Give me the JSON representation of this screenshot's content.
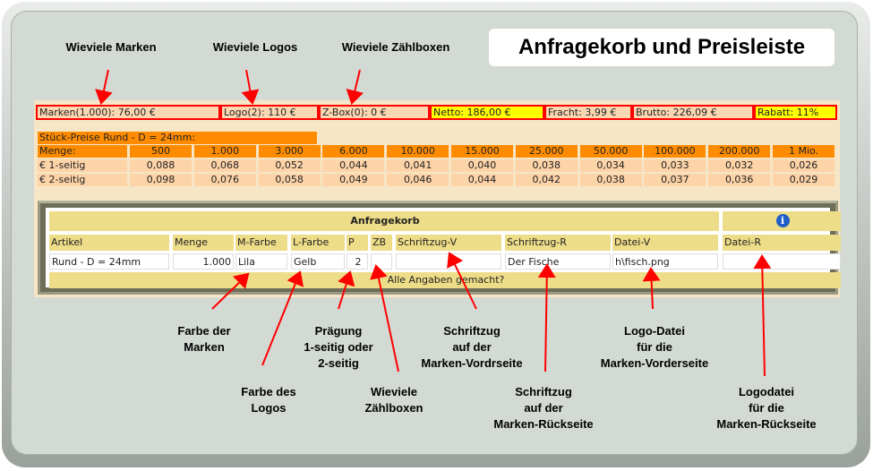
{
  "title": "Anfragekorb und Preisleiste",
  "annotations_top": {
    "marken": "Wieviele Marken",
    "logos": "Wieviele Logos",
    "zaehlboxen": "Wieviele Zählboxen"
  },
  "annotations_bottom": {
    "farbe_marken": [
      "Farbe der",
      "Marken"
    ],
    "farbe_logos": [
      "Farbe des",
      "Logos"
    ],
    "praegung": [
      "Prägung",
      "1-seitig oder",
      "2-seitig"
    ],
    "zaehlboxen": [
      "Wieviele",
      "Zählboxen"
    ],
    "schriftzug_v": [
      "Schriftzug",
      "auf der",
      "Marken-Vordrseite"
    ],
    "schriftzug_r": [
      "Schriftzug",
      "auf der",
      "Marken-Rückseite"
    ],
    "datei_v": [
      "Logo-Datei",
      "für die",
      "Marken-Vorderseite"
    ],
    "datei_r": [
      "Logodatei",
      "für die",
      "Marken-Rückseite"
    ]
  },
  "totals": {
    "marken": "Marken(1.000): 76,00 €",
    "logo": "Logo(2): 110 €",
    "zbox": "Z-Box(0): 0 €",
    "netto": "Netto: 186,00 €",
    "fracht": "Fracht: 3,99 €",
    "brutto": "Brutto: 226,09 €",
    "rabatt": "Rabatt: 11%"
  },
  "prices": {
    "title": "Stück-Preise Rund - D = 24mm:",
    "header_label": "Menge:",
    "quantities": [
      "500",
      "1.000",
      "3.000",
      "6.000",
      "10.000",
      "15.000",
      "25.000",
      "50.000",
      "100.000",
      "200.000",
      "1 Mio."
    ],
    "rows": [
      {
        "label": "€ 1-seitig",
        "values": [
          "0,088",
          "0,068",
          "0,052",
          "0,044",
          "0,041",
          "0,040",
          "0,038",
          "0,034",
          "0,033",
          "0,032",
          "0,026"
        ]
      },
      {
        "label": "€ 2-seitig",
        "values": [
          "0,098",
          "0,076",
          "0,058",
          "0,049",
          "0,046",
          "0,044",
          "0,042",
          "0,038",
          "0,037",
          "0,036",
          "0,029"
        ]
      }
    ]
  },
  "basket": {
    "title": "Anfragekorb",
    "info_icon": "info-icon",
    "headers": [
      "Artikel",
      "Menge",
      "M-Farbe",
      "L-Farbe",
      "P",
      "ZB",
      "Schriftzug-V",
      "Schriftzug-R",
      "Datei-V",
      "Datei-R"
    ],
    "values": [
      "Rund - D = 24mm",
      "1.000",
      "Lila",
      "Gelb",
      "2",
      "",
      "",
      "Der Fische",
      "h\\fisch.png",
      ""
    ],
    "submit": "Alle Angaben gemacht?"
  },
  "colors": {
    "accent": "#ff8c00",
    "highlight": "#ffff00",
    "arrow": "#ff0000"
  }
}
